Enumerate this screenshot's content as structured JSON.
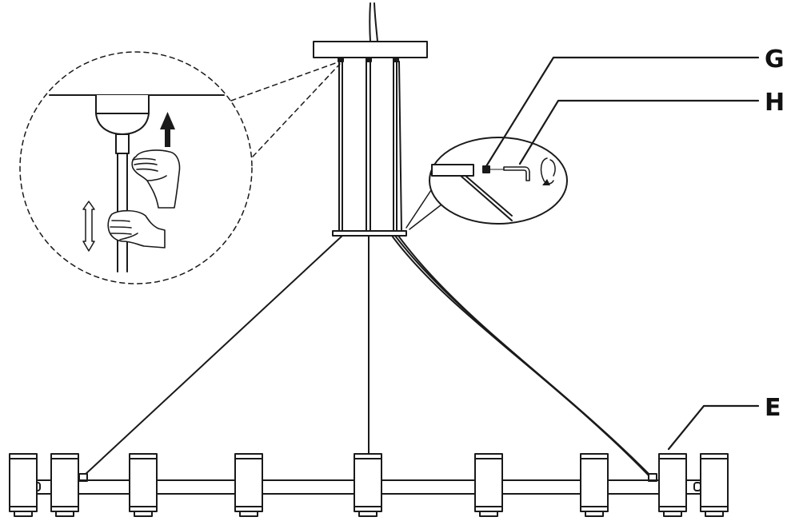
{
  "callouts": {
    "g": "G",
    "h": "H",
    "e": "E"
  },
  "colors": {
    "line": "#1a1a1a",
    "background": "#ffffff"
  },
  "icons": [
    "up-arrow-icon",
    "double-arrow-icon",
    "rotate-icon",
    "hand-icon",
    "allen-key-icon"
  ]
}
